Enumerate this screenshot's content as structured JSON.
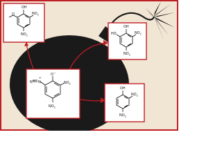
{
  "colors": {
    "background": "#f1e5d4",
    "border": "#c01e25",
    "bomb": "#1a1a1a",
    "arrow": "#c01e25",
    "box_fill": "#ffffff",
    "bond": "#111111"
  },
  "center": {
    "plus": "+",
    "n2": "N",
    "n2_sup": "−",
    "o_minus": "O",
    "o_sup": "−",
    "no2_right": "NO",
    "no2_right_sub": "2",
    "no2_bottom": "NO",
    "no2_bottom_sub": "2"
  },
  "top_left": {
    "oh": "OH",
    "no2": "NO",
    "no2_sub": "2",
    "methoxy": "O",
    "bottom": "NO",
    "bottom_sub": "2"
  },
  "top_right": {
    "oh": "OH",
    "ho": "HO",
    "no2": "NO",
    "no2_sub": "2",
    "bottom": "NO",
    "bottom_sub": "2"
  },
  "bottom_right": {
    "oh": "OH",
    "no2": "NO",
    "no2_sub": "2",
    "bottom": "NO",
    "bottom_sub": "2"
  }
}
